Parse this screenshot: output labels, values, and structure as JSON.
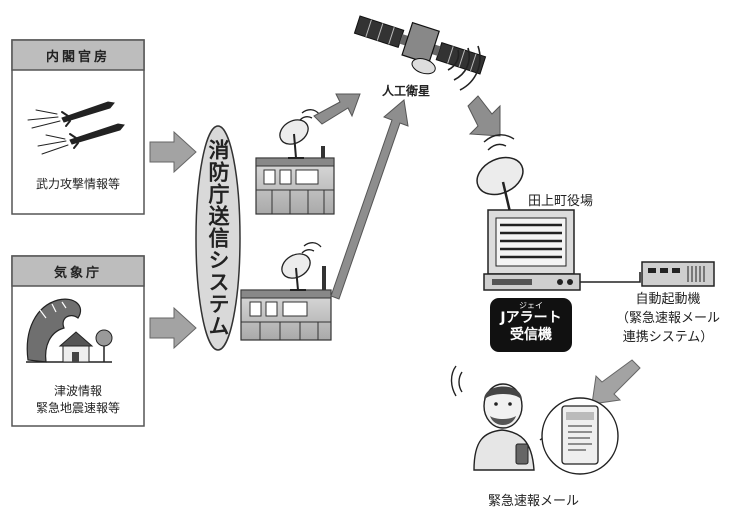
{
  "sources": [
    {
      "id": "cabinet",
      "title": "内閣官房",
      "caption_lines": [
        "武力攻撃情報等"
      ]
    },
    {
      "id": "jma",
      "title": "気象庁",
      "caption_lines": [
        "津波情報",
        "緊急地震速報等"
      ]
    }
  ],
  "fdma_system": "消防庁送信システム",
  "satellite": "人工衛星",
  "town_office": "田上町役場",
  "receiver": {
    "ruby": "ジェイ",
    "line1": "Jアラート",
    "line2": "受信機"
  },
  "auto_starter": {
    "lines": [
      "自動起動機",
      "（緊急速報メール",
      "連携システム）"
    ]
  },
  "emergency_mail": "緊急速報メール",
  "colors": {
    "box_header": "#bdbdbd",
    "arrow": "#9a9a9a",
    "oval": "#d9d9d9",
    "receiver_label_bg": "#111111"
  }
}
